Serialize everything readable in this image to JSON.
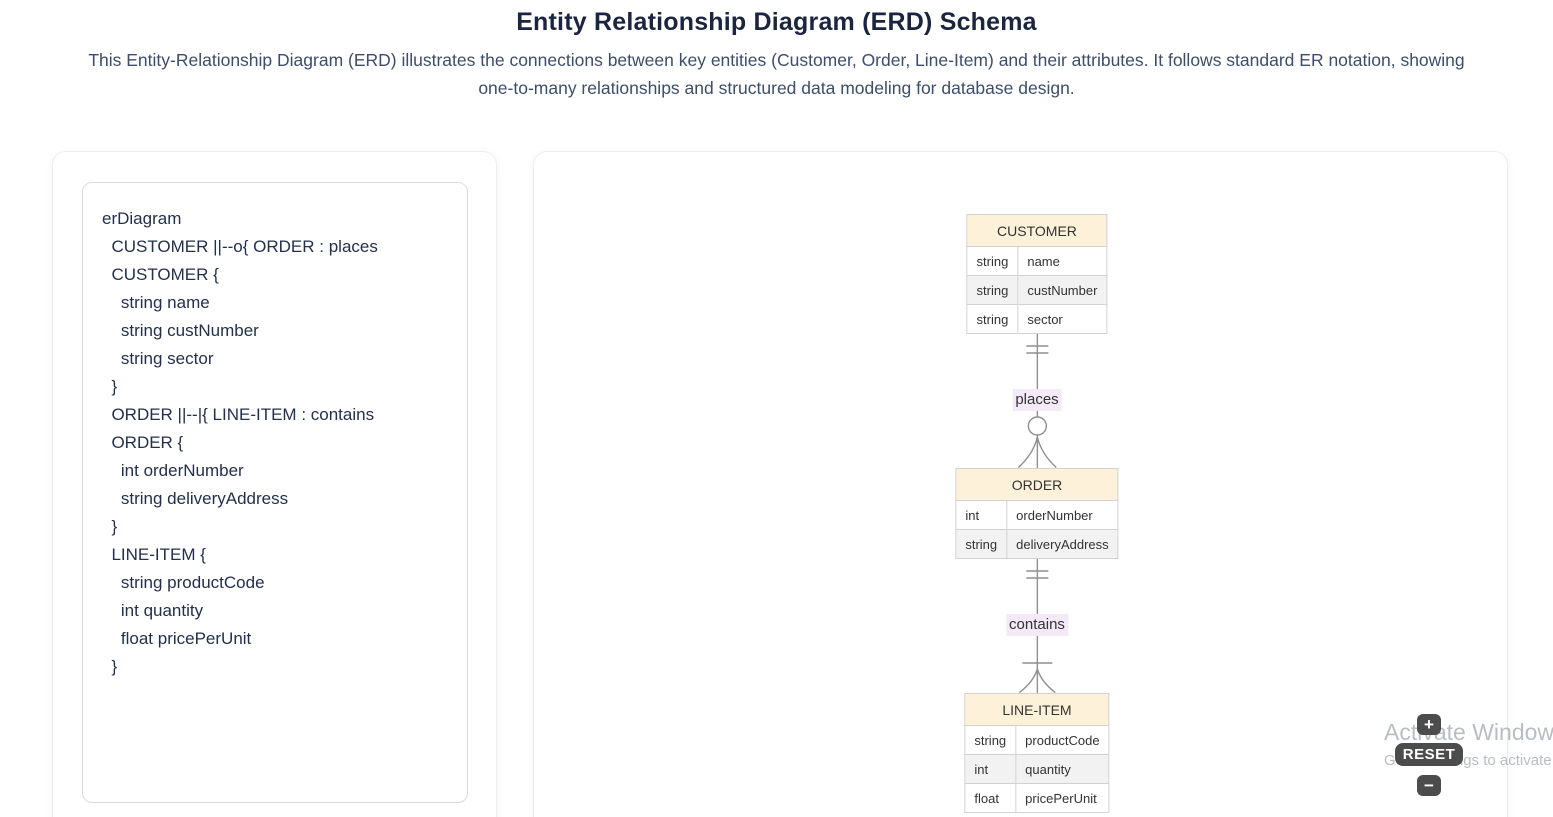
{
  "page": {
    "title": "Entity Relationship Diagram (ERD) Schema",
    "subtitle": "This Entity-Relationship Diagram (ERD) illustrates the connections between key entities (Customer, Order, Line-Item) and their attributes. It follows standard ER notation, showing one-to-many relationships and structured data modeling for database design."
  },
  "code": {
    "lines": [
      "erDiagram",
      "  CUSTOMER ||--o{ ORDER : places",
      "  CUSTOMER {",
      "    string name",
      "    string custNumber",
      "    string sector",
      "  }",
      "  ORDER ||--|{ LINE-ITEM : contains",
      "  ORDER {",
      "    int orderNumber",
      "    string deliveryAddress",
      "  }",
      "  LINE-ITEM {",
      "    string productCode",
      "    int quantity",
      "    float pricePerUnit",
      "  }"
    ]
  },
  "diagram": {
    "entities": [
      {
        "name": "CUSTOMER",
        "rows": [
          {
            "type": "string",
            "attr": "name"
          },
          {
            "type": "string",
            "attr": "custNumber"
          },
          {
            "type": "string",
            "attr": "sector"
          }
        ]
      },
      {
        "name": "ORDER",
        "rows": [
          {
            "type": "int",
            "attr": "orderNumber"
          },
          {
            "type": "string",
            "attr": "deliveryAddress"
          }
        ]
      },
      {
        "name": "LINE-ITEM",
        "rows": [
          {
            "type": "string",
            "attr": "productCode"
          },
          {
            "type": "int",
            "attr": "quantity"
          },
          {
            "type": "float",
            "attr": "pricePerUnit"
          }
        ]
      }
    ],
    "relationships": [
      {
        "from": "CUSTOMER",
        "to": "ORDER",
        "label": "places",
        "notation": "||--o{",
        "cardinality": "one-to-zero-or-many"
      },
      {
        "from": "ORDER",
        "to": "LINE-ITEM",
        "label": "contains",
        "notation": "||--|{",
        "cardinality": "one-to-one-or-many"
      }
    ],
    "colors": {
      "entity_header_fill": "#fdf1da",
      "entity_row_alt": "#f2f2f2",
      "entity_border": "#d2d2d2",
      "relationship_line": "#8f8f8f",
      "relationship_label_bg": "#f4e9f7",
      "title_text": "#1b2540",
      "body_text": "#3d4d6b",
      "control_button_bg": "#4c4c4c"
    }
  },
  "controls": {
    "zoom_in_label": "+",
    "reset_label": "RESET",
    "zoom_out_label": "−"
  },
  "watermark": {
    "line1": "Activate Windows",
    "line2": "Go to Settings to activate Windows."
  }
}
